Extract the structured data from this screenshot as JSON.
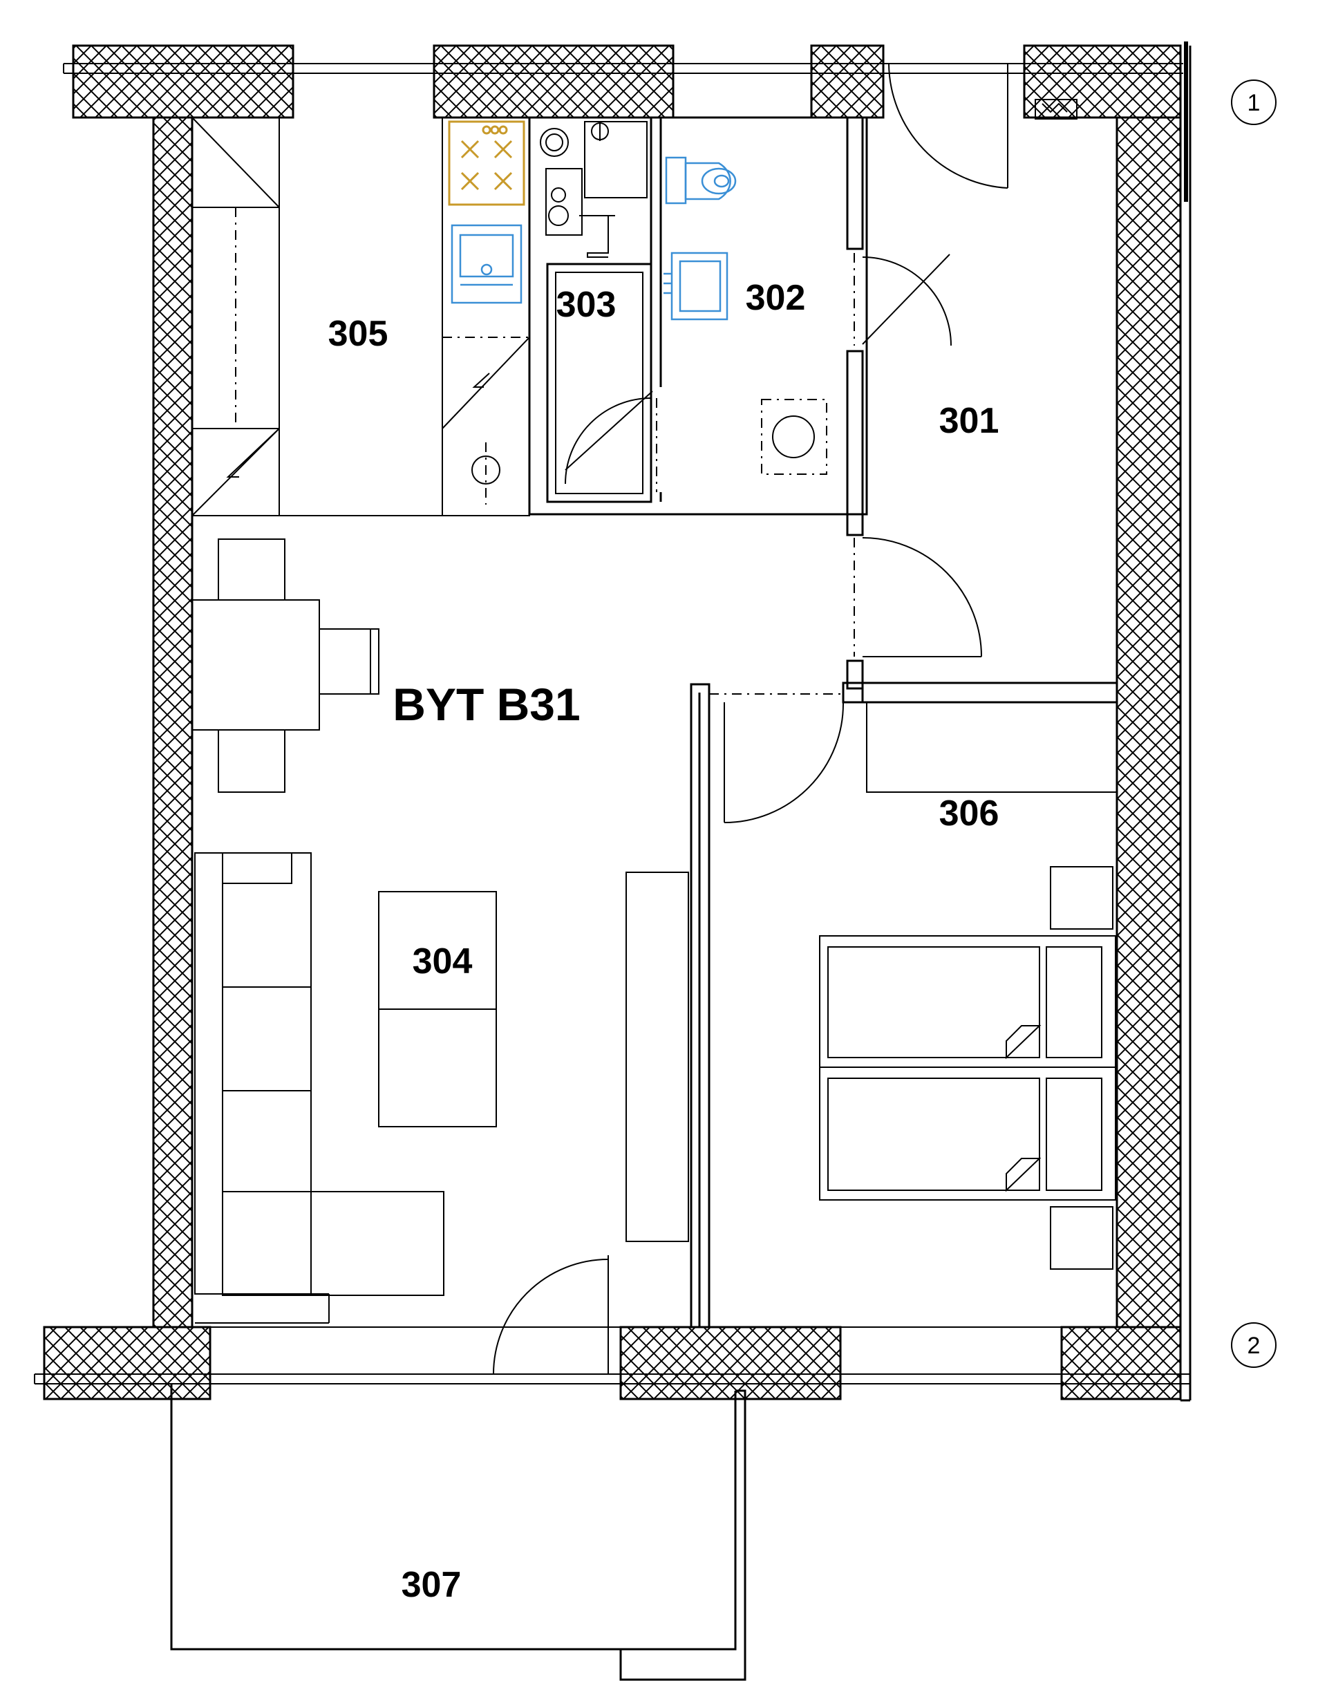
{
  "plan": {
    "title": "BYT B31",
    "rooms": [
      {
        "id": "301",
        "label": "301"
      },
      {
        "id": "302",
        "label": "302"
      },
      {
        "id": "303",
        "label": "303"
      },
      {
        "id": "304",
        "label": "304"
      },
      {
        "id": "305",
        "label": "305"
      },
      {
        "id": "306",
        "label": "306"
      },
      {
        "id": "307",
        "label": "307"
      }
    ],
    "axes": [
      {
        "id": "1",
        "label": "1"
      },
      {
        "id": "2",
        "label": "2"
      }
    ],
    "colors": {
      "line": "#000000",
      "sanitary": "#3a8fd6",
      "stove": "#c89a2a",
      "background": "#ffffff"
    }
  }
}
